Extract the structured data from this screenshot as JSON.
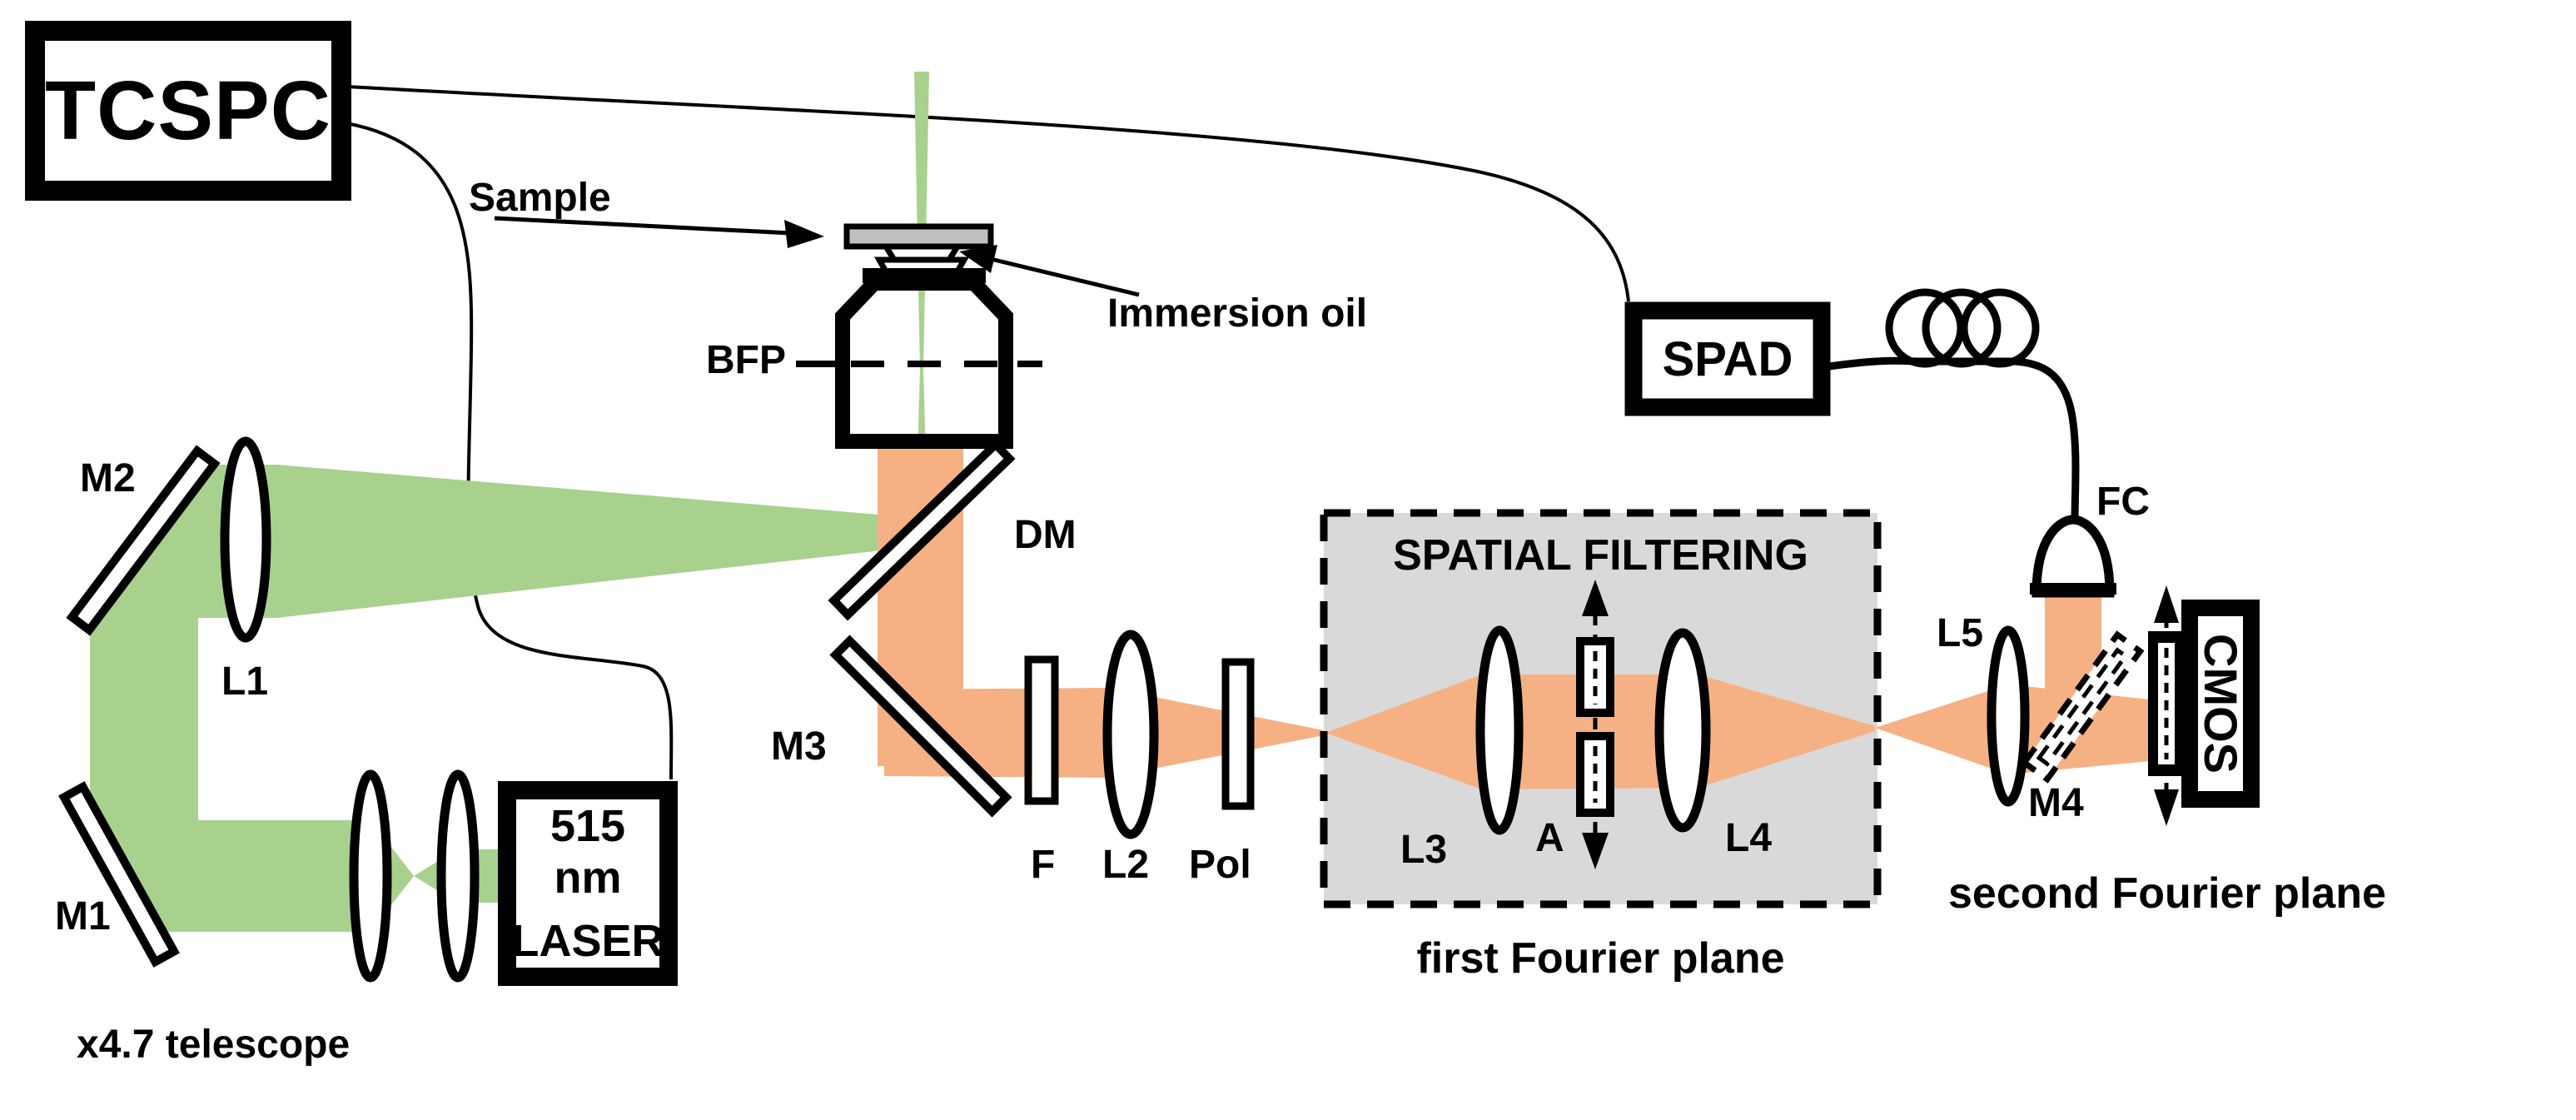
{
  "colors": {
    "green_beam": "#A9D18E",
    "orange_beam": "#F5B183",
    "filter_box_gray": "#D9D9D9",
    "slide_gray": "#BFBFBF",
    "line_black": "#000000",
    "background": "#FFFFFF"
  },
  "boxes": {
    "tcspc": "TCSPC",
    "spad": "SPAD",
    "laser_line1": "515 nm",
    "laser_line2": "LASER",
    "cmos": "CMOS"
  },
  "labels": {
    "sample": "Sample",
    "immersion_oil": "Immersion oil",
    "bfp": "BFP",
    "dm": "DM",
    "m1": "M1",
    "m2": "M2",
    "m3": "M3",
    "m4": "M4",
    "l1": "L1",
    "l2": "L2",
    "l3": "L3",
    "l4": "L4",
    "l5": "L5",
    "f": "F",
    "pol": "Pol",
    "aperture": "A",
    "fc": "FC",
    "telescope": "x4.7 telescope",
    "spatial_filtering": "SPATIAL FILTERING",
    "first_fourier_plane": "first Fourier plane",
    "second_fourier_plane": "second Fourier plane"
  }
}
